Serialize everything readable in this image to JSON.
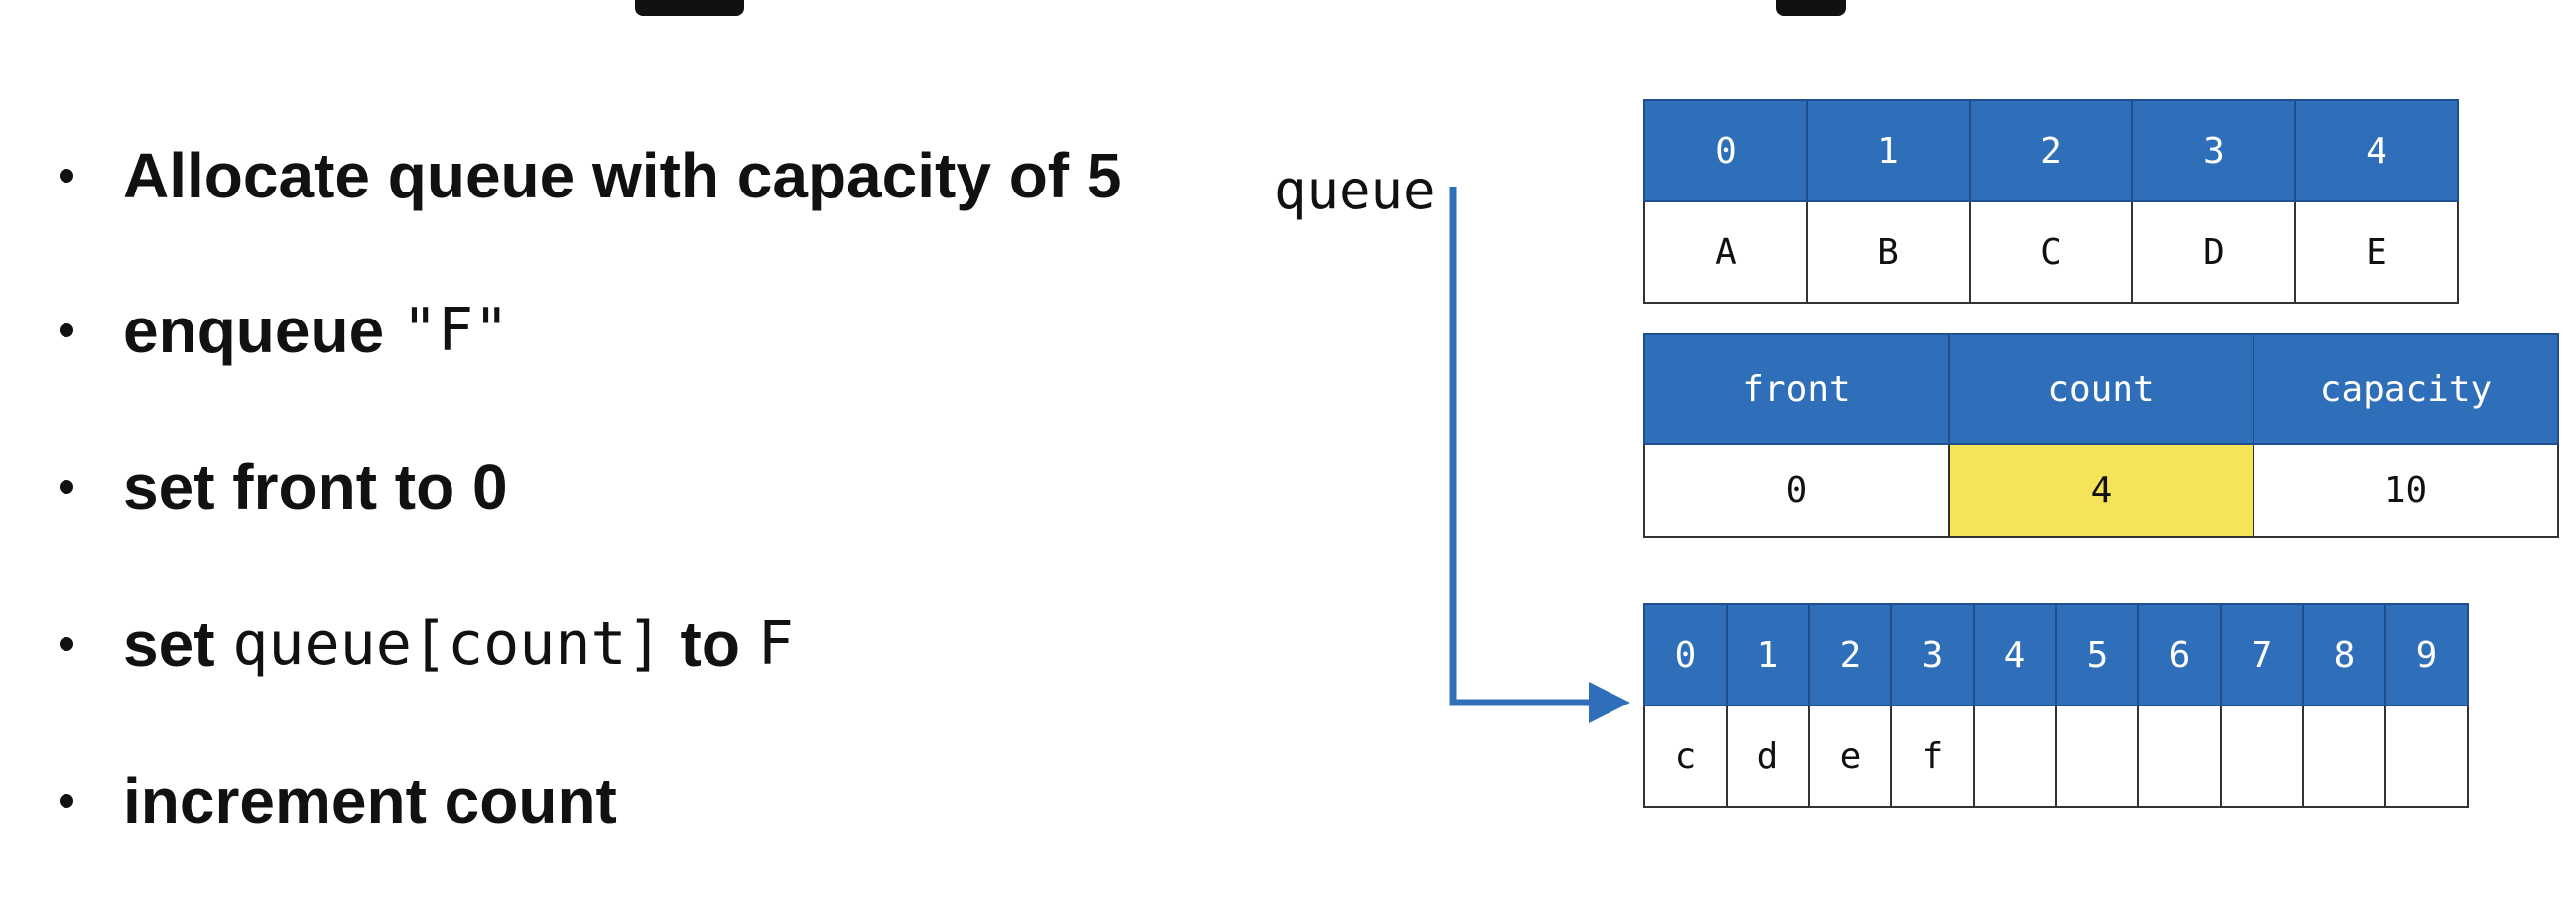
{
  "bullets": [
    {
      "parts": [
        {
          "text": "Allocate queue with capacity of 5",
          "mono": false
        }
      ]
    },
    {
      "parts": [
        {
          "text": "enqueue ",
          "mono": false
        },
        {
          "text": "\"F\"",
          "mono": true
        }
      ]
    },
    {
      "parts": [
        {
          "text": "set front to 0",
          "mono": false
        }
      ]
    },
    {
      "parts": [
        {
          "text": "set ",
          "mono": false
        },
        {
          "text": "queue[count]",
          "mono": true
        },
        {
          "text": " to ",
          "mono": false
        },
        {
          "text": "F",
          "mono": true
        }
      ]
    },
    {
      "parts": [
        {
          "text": "increment count",
          "mono": false
        }
      ]
    }
  ],
  "variable_label": "queue",
  "old_array": {
    "indices": [
      "0",
      "1",
      "2",
      "3",
      "4"
    ],
    "values": [
      "A",
      "B",
      "C",
      "D",
      "E"
    ]
  },
  "meta": {
    "headers": [
      "front",
      "count",
      "capacity"
    ],
    "values": [
      "0",
      "4",
      "10"
    ],
    "highlighted": "count"
  },
  "new_array": {
    "indices": [
      "0",
      "1",
      "2",
      "3",
      "4",
      "5",
      "6",
      "7",
      "8",
      "9"
    ],
    "values": [
      "c",
      "d",
      "e",
      "f",
      "",
      "",
      "",
      "",
      "",
      ""
    ]
  },
  "colors": {
    "header_fill": "#2f6fba",
    "highlight": "#f5e35a",
    "arrow": "#2f6fba"
  }
}
